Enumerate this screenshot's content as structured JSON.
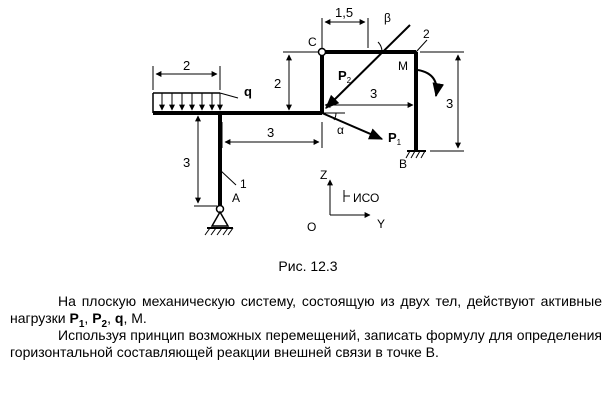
{
  "figure": {
    "dims": {
      "top_width": "1,5",
      "left_load_width": "2",
      "upper_height": "2",
      "lower_height": "3",
      "right_height": "3",
      "middle_span": "3",
      "horizontal_span": "3"
    },
    "labels": {
      "C": "C",
      "A": "A",
      "B": "B",
      "M": "M",
      "q": "q",
      "beta": "β",
      "alpha": "α",
      "body1": "1",
      "body2": "2",
      "P1_base": "P",
      "P1_sub": "1",
      "P2_base": "P",
      "P2_sub": "2"
    },
    "axes": {
      "z": "Z",
      "y": "Y",
      "origin": "O",
      "frame": "ИСО"
    }
  },
  "caption": "Рис. 12.3",
  "text": {
    "p1_prefix": "На плоскую механическую систему, состоящую из двух тел, действуют активные нагрузки ",
    "p1_P1_base": "P",
    "p1_P1_sub": "1",
    "p1_sep1": ", ",
    "p1_P2_base": "P",
    "p1_P2_sub": "2",
    "p1_sep2": ", ",
    "p1_q": "q",
    "p1_suffix": ", M.",
    "p2": "Используя принцип возможных перемещений, записать формулу для определения горизонтальной составляющей реакции внешней связи в точке В."
  }
}
